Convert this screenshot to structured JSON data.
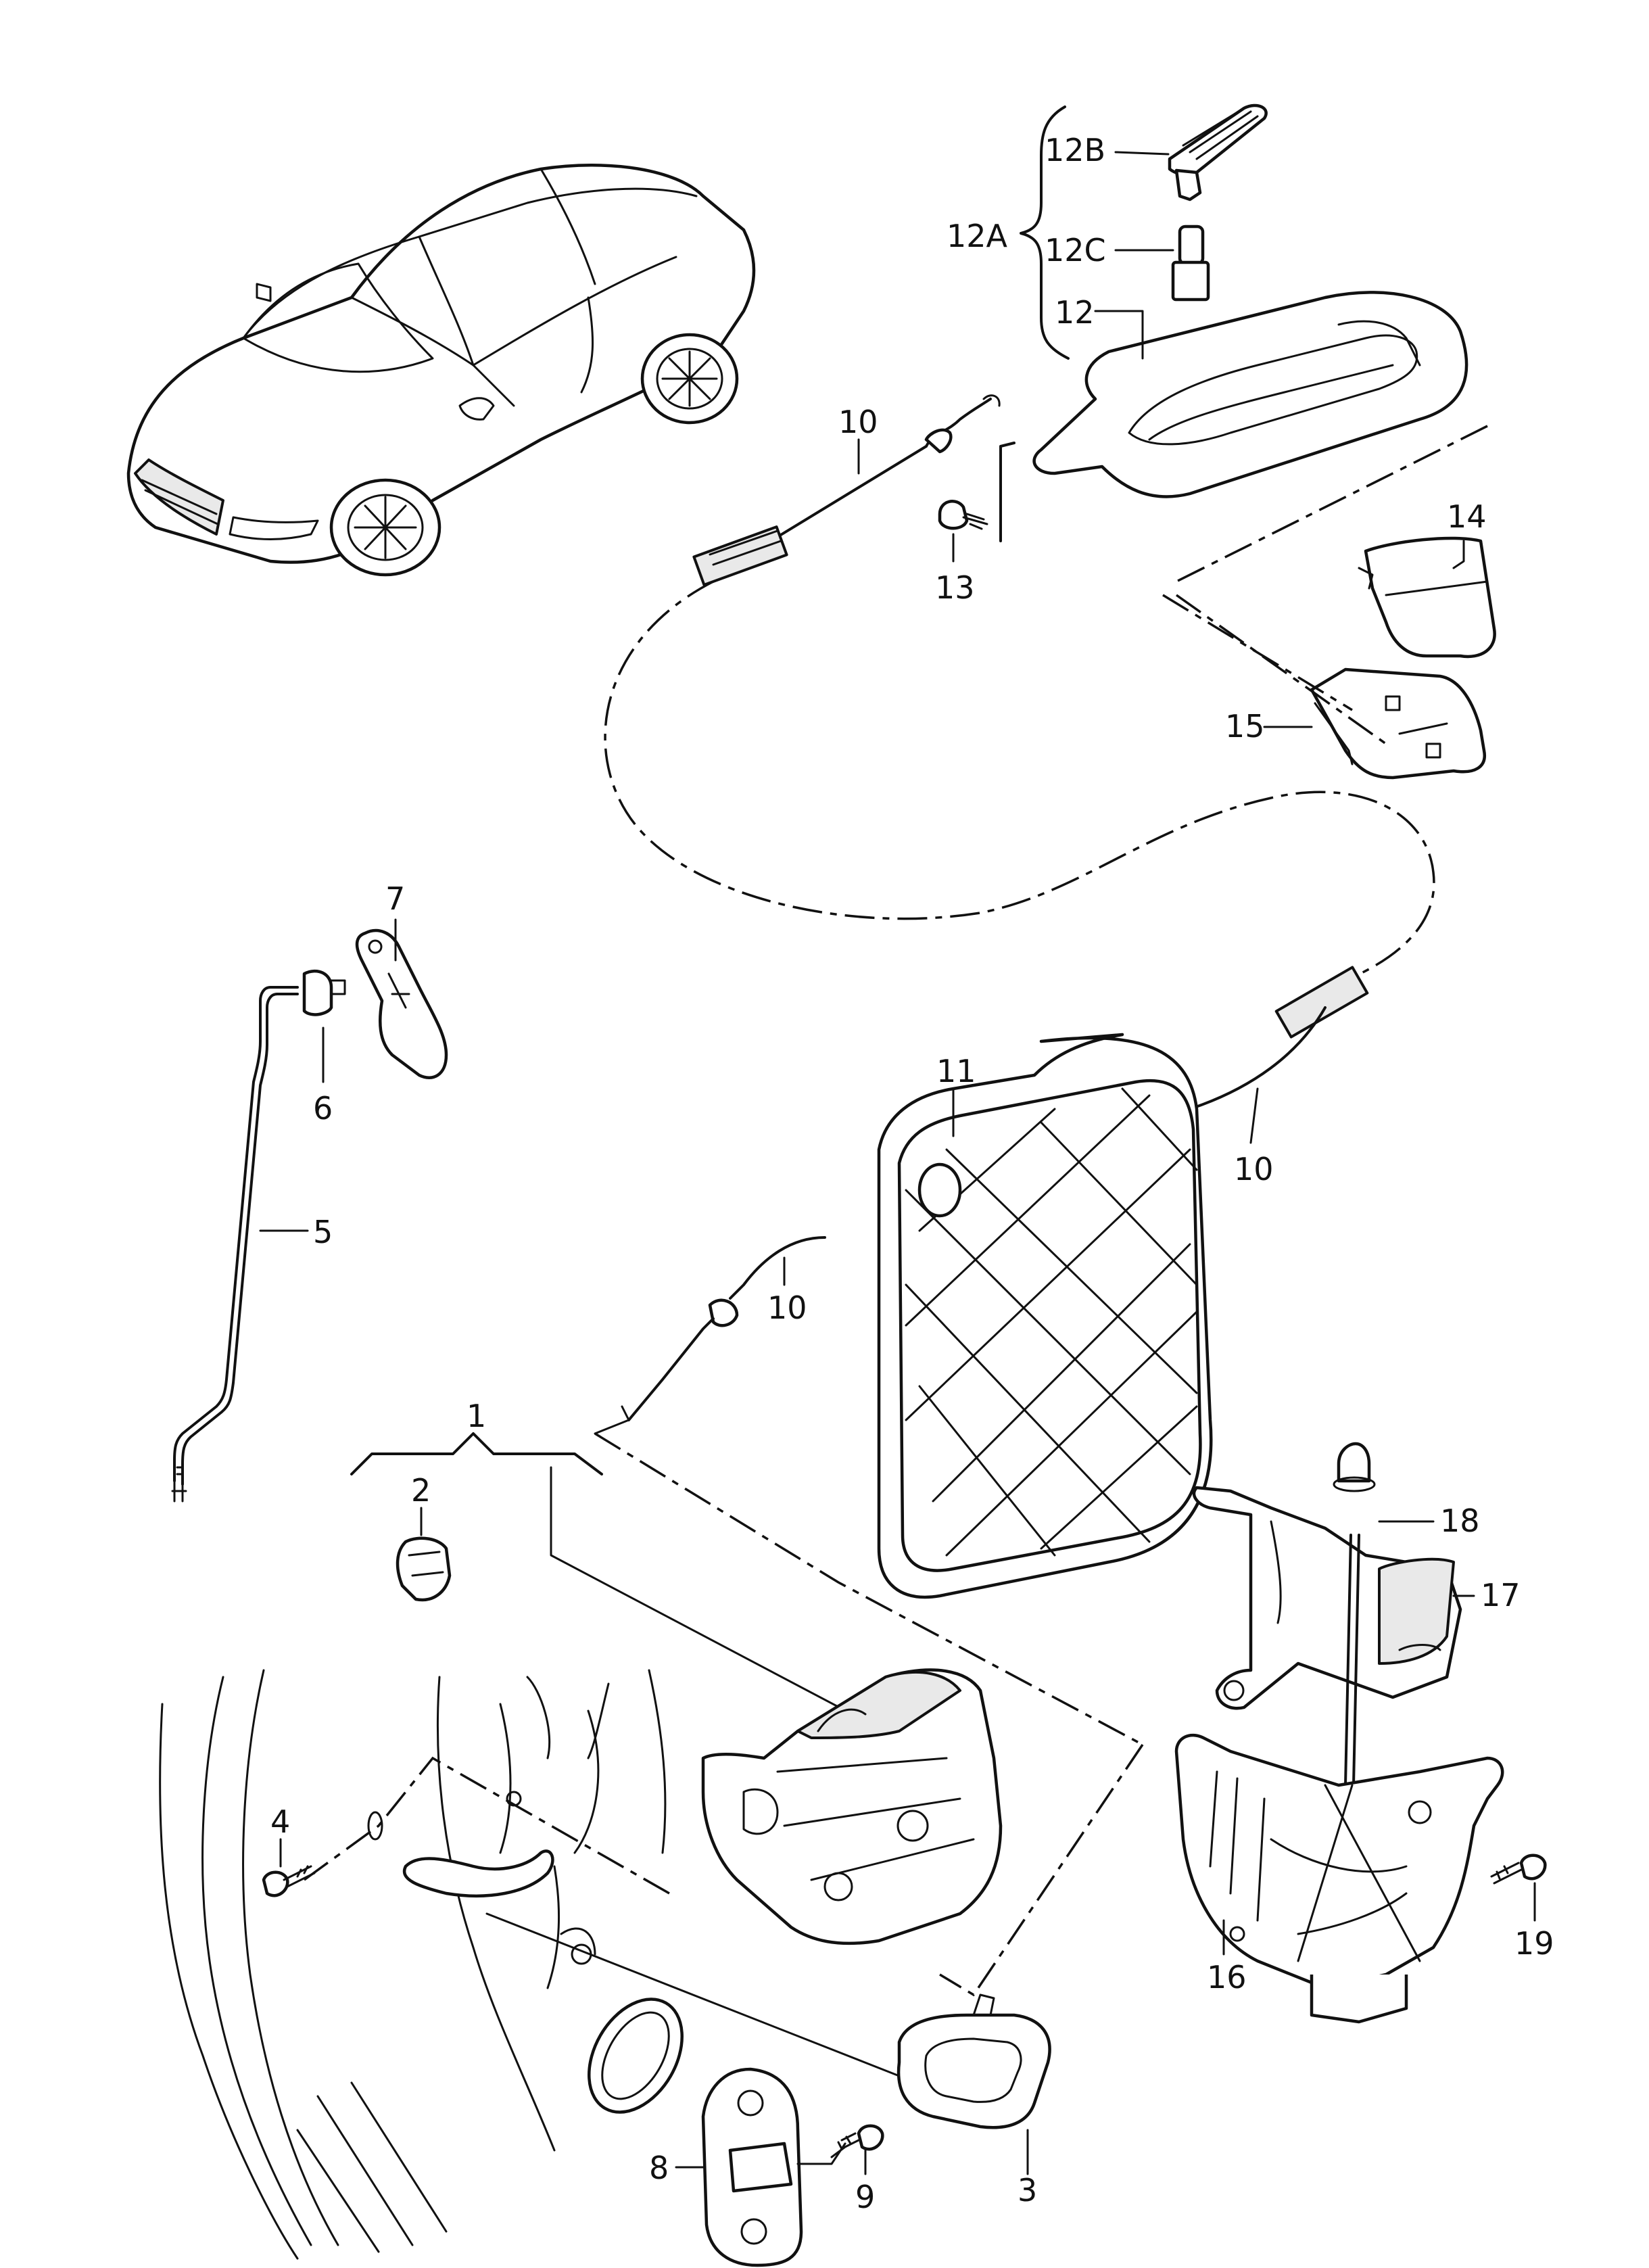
{
  "callouts": [
    {
      "id": "1",
      "text": "1"
    },
    {
      "id": "2",
      "text": "2"
    },
    {
      "id": "3",
      "text": "3"
    },
    {
      "id": "4",
      "text": "4"
    },
    {
      "id": "5",
      "text": "5"
    },
    {
      "id": "6",
      "text": "6"
    },
    {
      "id": "7",
      "text": "7"
    },
    {
      "id": "8",
      "text": "8"
    },
    {
      "id": "9",
      "text": "9"
    },
    {
      "id": "10a",
      "text": "10"
    },
    {
      "id": "10b",
      "text": "10"
    },
    {
      "id": "10c",
      "text": "10"
    },
    {
      "id": "11",
      "text": "11"
    },
    {
      "id": "12",
      "text": "12"
    },
    {
      "id": "12A",
      "text": "12A"
    },
    {
      "id": "12B",
      "text": "12B"
    },
    {
      "id": "12C",
      "text": "12C"
    },
    {
      "id": "13",
      "text": "13"
    },
    {
      "id": "14",
      "text": "14"
    },
    {
      "id": "15",
      "text": "15"
    },
    {
      "id": "16",
      "text": "16"
    },
    {
      "id": "17",
      "text": "17"
    },
    {
      "id": "18",
      "text": "18"
    },
    {
      "id": "19",
      "text": "19"
    }
  ]
}
